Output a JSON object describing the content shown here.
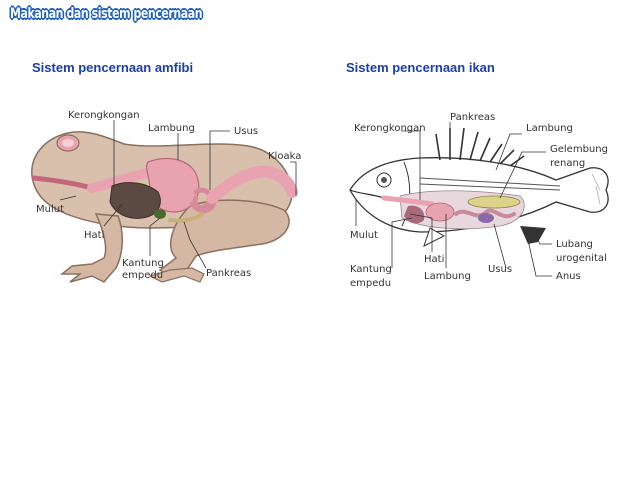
{
  "header": {
    "title": "Makanan dan sistem pencernaan"
  },
  "sections": [
    {
      "title": "Sistem pencernaan amfibi"
    },
    {
      "title": "Sistem pencernaan ikan"
    }
  ],
  "frog_labels": {
    "kerongkongan": "Kerongkongan",
    "lambung": "Lambung",
    "usus": "Usus",
    "kloaka": "Kloaka",
    "mulut": "Mulut",
    "hati": "Hati",
    "kantung": "Kantung",
    "empedu": "empedu",
    "pankreas": "Pankreas"
  },
  "fish_labels": {
    "pankreas": "Pankreas",
    "kerongkongan": "Kerongkongan",
    "lambung_top": "Lambung",
    "gelembung": "Gelembung",
    "renang": "renang",
    "mulut": "Mulut",
    "hati": "Hati",
    "lubang": "Lubang",
    "urogenital": "urogenital",
    "kantung": "Kantung",
    "empedu": "empedu",
    "lambung_bottom": "Lambung",
    "usus": "Usus",
    "anus": "Anus"
  },
  "colors": {
    "accent_blue": "#1a3faa",
    "frog_skin": "#d9c0ad",
    "organ_pink": "#e9a3b0",
    "fish_outline": "#333333"
  }
}
